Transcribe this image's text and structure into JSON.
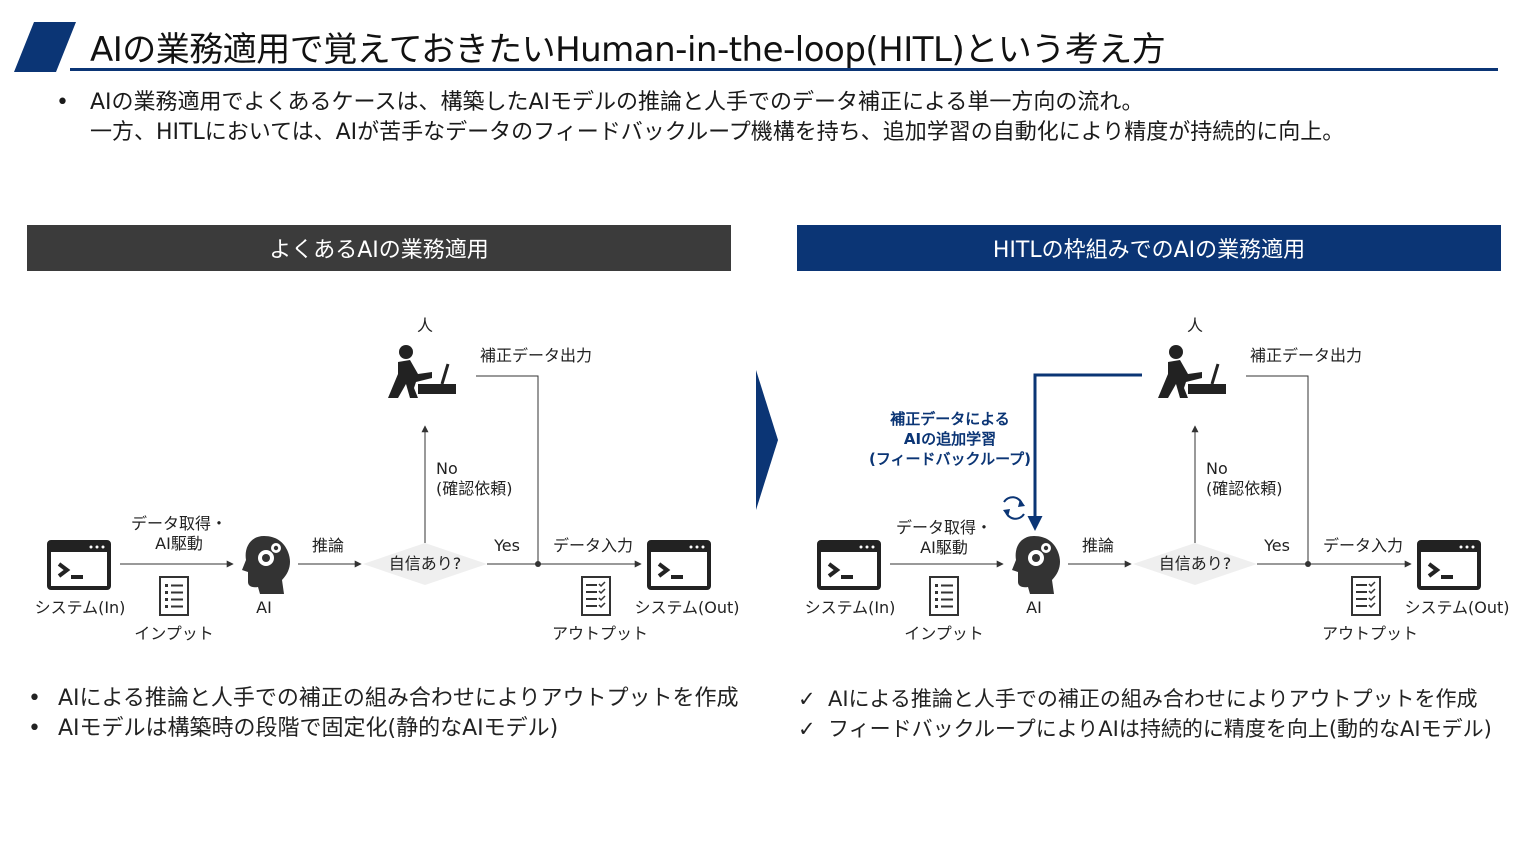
{
  "title": "AIの業務適用で覚えておきたいHuman-in-the-loop(HITL)という考え方",
  "intro": {
    "bullet": "•",
    "line1": "AIの業務適用でよくあるケースは、構築したAIモデルの推論と人手でのデータ補正による単一方向の流れ。",
    "line2": "一方、HITLにおいては、AIが苦手なデータのフィードバックループ機構を持ち、追加学習の自動化により精度が持続的に向上。"
  },
  "colors": {
    "navy": "#0b3575",
    "dark_gray": "#3b3b3b"
  },
  "left": {
    "header": "よくあるAIの業務適用",
    "diagram": {
      "human": "人",
      "correction_output": "補正データ出力",
      "no_line1": "No",
      "no_line2": "(確認依頼)",
      "data_acq_line1": "データ取得・",
      "data_acq_line2": "AI駆動",
      "inference": "推論",
      "confidence": "自信あり?",
      "yes": "Yes",
      "data_input": "データ入力",
      "system_in": "システム(In)",
      "input": "インプット",
      "ai": "AI",
      "output": "アウトプット",
      "system_out": "システム(Out)"
    },
    "points_marker": "•",
    "points": [
      "AIによる推論と人手での補正の組み合わせによりアウトプットを作成",
      "AIモデルは構築時の段階で固定化(静的なAIモデル)"
    ]
  },
  "right": {
    "header": "HITLの枠組みでのAIの業務適用",
    "feedback_label": [
      "補正データによる",
      "AIの追加学習",
      "(フィードバックループ)"
    ],
    "diagram": {
      "human": "人",
      "correction_output": "補正データ出力",
      "no_line1": "No",
      "no_line2": "(確認依頼)",
      "data_acq_line1": "データ取得・",
      "data_acq_line2": "AI駆動",
      "inference": "推論",
      "confidence": "自信あり?",
      "yes": "Yes",
      "data_input": "データ入力",
      "system_in": "システム(In)",
      "input": "インプット",
      "ai": "AI",
      "output": "アウトプット",
      "system_out": "システム(Out)"
    },
    "points_marker": "✓",
    "points": [
      "AIによる推論と人手での補正の組み合わせによりアウトプットを作成",
      "フィードバックループによりAIは持続的に精度を向上(動的なAIモデル)"
    ]
  }
}
